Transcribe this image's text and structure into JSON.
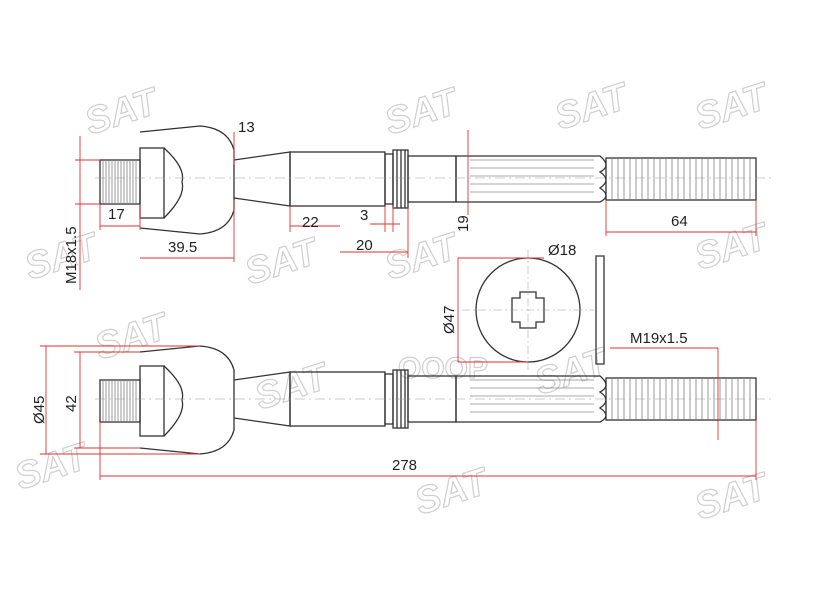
{
  "watermark": {
    "brand": "SAT",
    "registered_mark": "®"
  },
  "center_watermark": "ОООР",
  "dimensions": {
    "thread_inner": "M18x1.5",
    "inner_thread_length": "17",
    "inner_length": "39.5",
    "neck": "13",
    "section_22": "22",
    "section_3": "3",
    "section_20": "20",
    "section_19": "19",
    "outer_thread_length": "64",
    "washer_inner": "Ø18",
    "washer_outer": "Ø47",
    "thread_outer": "M19x1.5",
    "ball_diameter": "Ø45",
    "housing_height": "42",
    "total_length": "278"
  }
}
